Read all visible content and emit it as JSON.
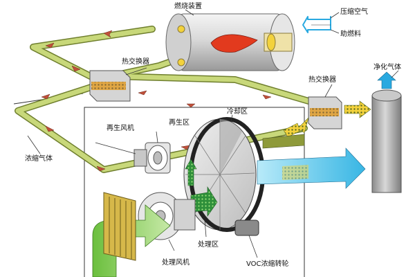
{
  "labels": {
    "combustion_device": "燃烧装置",
    "compressed_air": "压缩空气",
    "auxiliary_fuel": "助燃料",
    "heat_exchanger_left": "热交换器",
    "heat_exchanger_right": "热交换器",
    "purified_gas": "净化气体",
    "regeneration_fan": "再生风机",
    "regeneration_zone": "再生区",
    "cooling_zone": "冷却区",
    "concentrated_gas": "浓缩气体",
    "treatment_zone": "处理区",
    "treatment_fan": "处理风机",
    "voc_wheel": "VOC浓缩转轮"
  },
  "colors": {
    "pipe_green": "#c8d87a",
    "pipe_edge": "#6f7f2e",
    "arrow_red": "#c0503a",
    "flame_red": "#e23a1e",
    "inlet_blue": "#29a9e0",
    "big_green": "#8ccd5a",
    "dark_green_arrow": "#2e8f3a",
    "blue_outlet": "#7fd2ee",
    "yellow_dots": "#f3d23c",
    "metal_gray": "#b9b9b9"
  },
  "icons": {
    "flame": "flame-icon",
    "filter": "filter-icon",
    "chimney": "stack-icon"
  }
}
